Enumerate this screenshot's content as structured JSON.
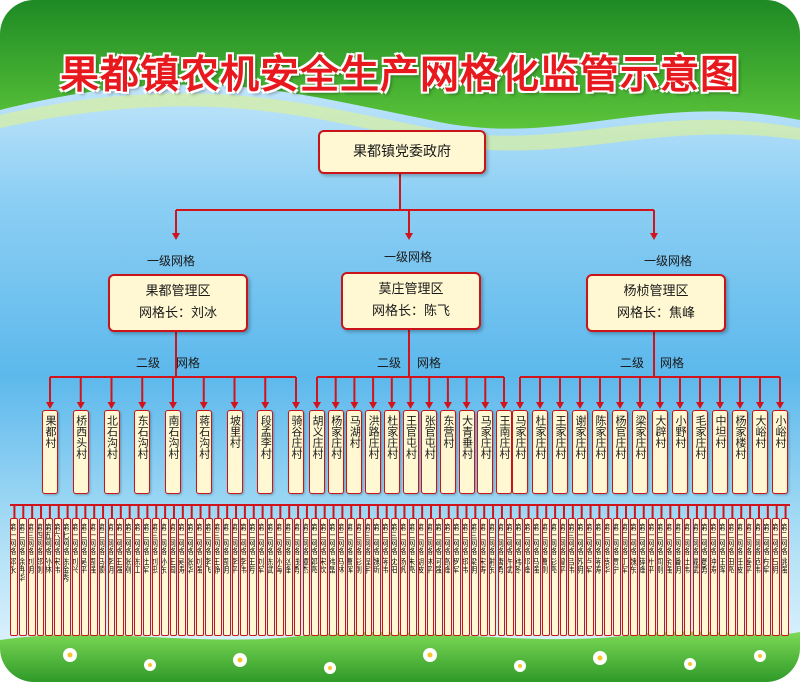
{
  "title": "果都镇农机安全生产网格化监管示意图",
  "root": "果都镇党委政府",
  "level1_label": "一级网格",
  "level2_label": [
    "二级",
    "网格"
  ],
  "districts": [
    {
      "name": "果都管理区",
      "leader": "网格长：刘冰",
      "villages": [
        "果都村",
        "桥西头村",
        "北石沟村",
        "东石沟村",
        "南石沟村",
        "蒋石沟村",
        "坡里村",
        "段孟李村",
        "骑谷庄村"
      ]
    },
    {
      "name": "莫庄管理区",
      "leader": "网格长：陈飞",
      "villages": [
        "胡义庄村",
        "杨家庄村",
        "马湖村",
        "洪路庄村",
        "杜家庄村",
        "王官屯村",
        "张官屯村",
        "东营村",
        "大青垂村",
        "马家庄村",
        "王南庄村"
      ]
    },
    {
      "name": "杨桢管理区",
      "leader": "网格长：焦峰",
      "villages": [
        "马家庄村",
        "杜家庄村",
        "王家庄村",
        "谢家庄村",
        "陈家庄村",
        "杨官庄村",
        "梁家庄村",
        "大辟村",
        "小野村",
        "毛家庄村",
        "中坦村",
        "杨家楼村",
        "大峪村",
        "小峪村"
      ]
    }
  ],
  "grids": [
    "第一网格 郭永",
    "第二网格 徐冉华",
    "第三网格 刘明",
    "第四网格 郑刚",
    "第五网格 孙林",
    "第六网格 宋伟",
    "第七网格 陈金秀",
    "第一网格 刘兴",
    "第二网格 吴平",
    "第一网格 周强",
    "第二网格 马顺",
    "第一网格 李明",
    "第一网格 王强",
    "第二网格 张刚",
    "第一网格 陈江",
    "第二网格 杜军",
    "第三网格 刘忠",
    "第一网格 孙东",
    "第二网格 王国",
    "第一网格 吴涛",
    "第二网格 张华",
    "第一网格 刘强",
    "第二网格 李飞",
    "第三网格 王静",
    "第一网格 周明",
    "第二网格 李平",
    "第一网格 李伟",
    "第二网格 王芳",
    "第一网格 刘军",
    "第二网格 陈斌",
    "第一网格 孙梅",
    "第二网格 赵峰",
    "第一网格 钱勇",
    "第二网格 谭杰",
    "第一网格 郭亮",
    "第二网格 宋欢",
    "第一网格 韩磊",
    "第二网格 冯林",
    "第一网格 曹辉",
    "第二网格 彭刚",
    "第三网格 程宇",
    "第一网格 魏新",
    "第二网格 蒋伟",
    "第三网格 沈阳",
    "第一网格 杨帆",
    "第二网格 朱亮",
    "第一网格 胡波",
    "第二网格 林平",
    "第一网格 何强",
    "第二网格 高峰",
    "第一网格 罗军",
    "第二网格 郑伟",
    "第三网格 梁明",
    "第一网格 宋涛",
    "第二网格 谢东",
    "第一网格 唐勇",
    "第二网格 许斌",
    "第一网格 韩冬",
    "第二网格 邓峰",
    "第一网格 冯强",
    "第二网格 曹刚",
    "第一网格 彭亮",
    "第二网格 曾平",
    "第三网格 吕伟",
    "第一网格 苏明",
    "第二网格 卢军",
    "第一网格 蒋涛",
    "第二网格 蔡华",
    "第一网格 贾宁",
    "第二网格 丁军",
    "第一网格 魏东",
    "第二网格 薛峰",
    "第一网格 叶平",
    "第二网格 阎刚",
    "第一网格 余强",
    "第二网格 潘明",
    "第一网格 杜伟",
    "第二网格 戴斌",
    "第一网格 夏勇",
    "第二网格 钟涛",
    "第一网格 汪辉",
    "第二网格 田亮",
    "第一网格 任波",
    "第二网格 姜平",
    "第一网格 范伟",
    "第二网格 方军",
    "第一网格 石明",
    "第二网格 姚强"
  ]
}
